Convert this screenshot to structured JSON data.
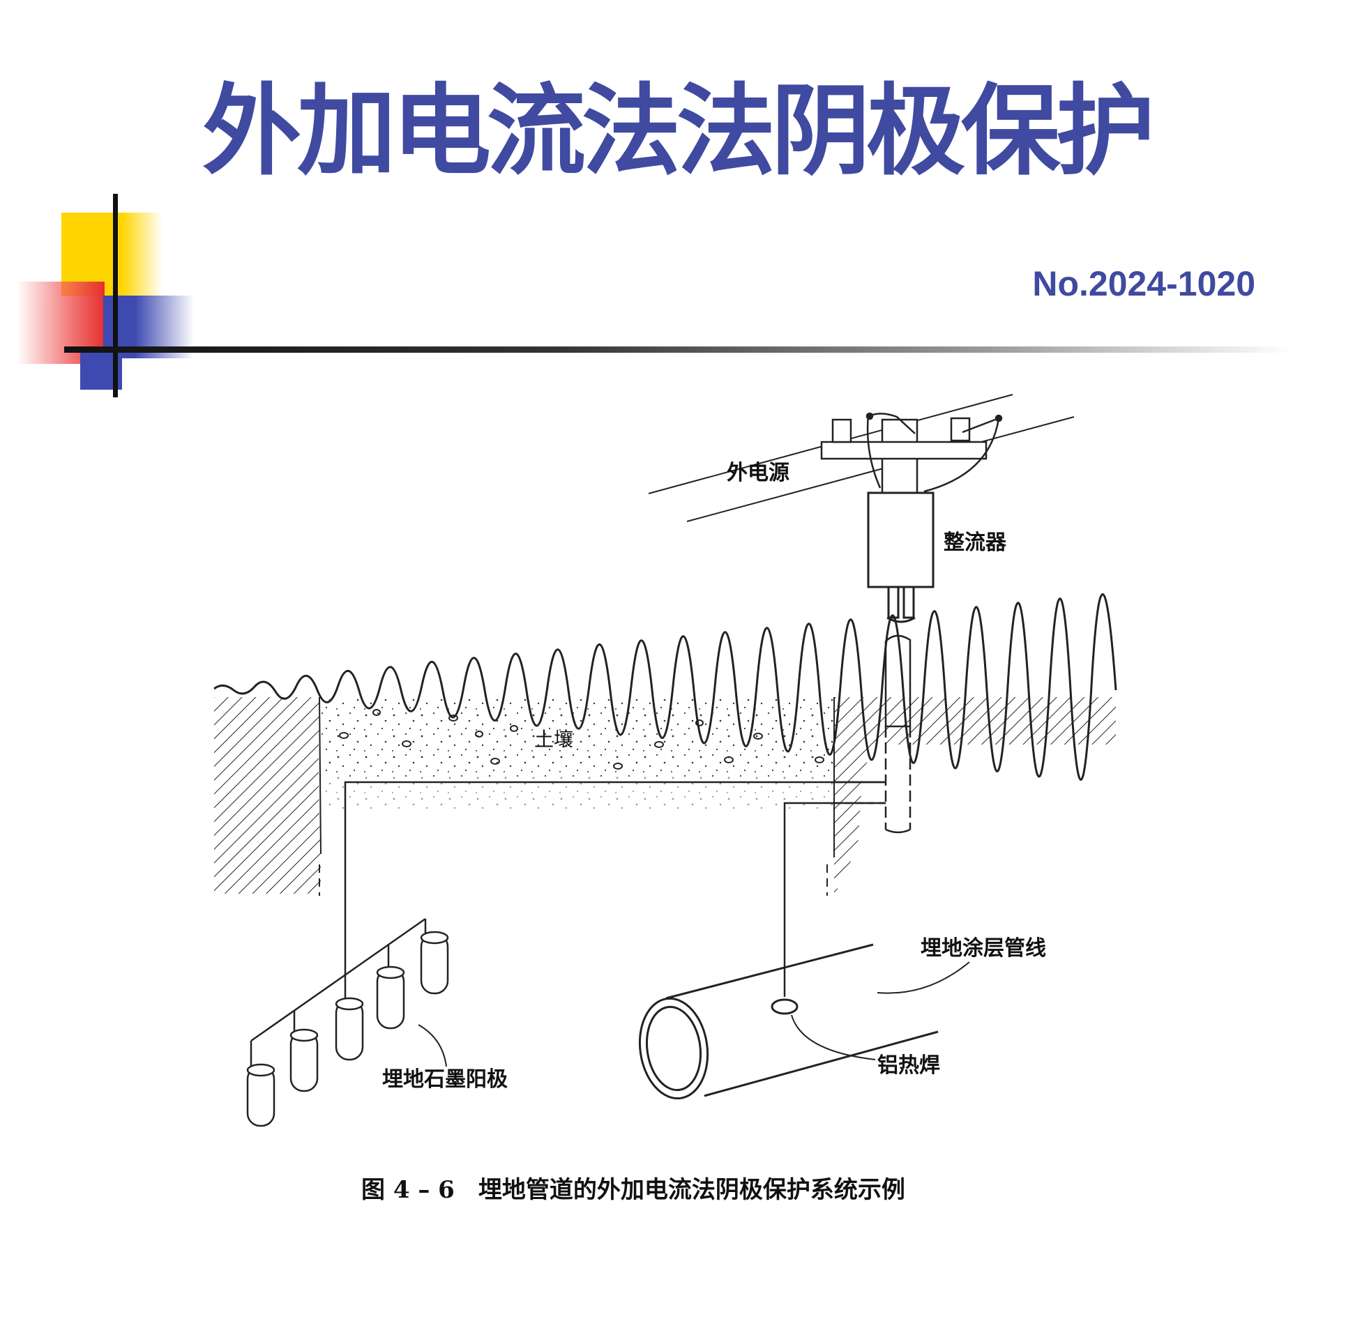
{
  "slide": {
    "title": "外加电流法法阴极保护",
    "doc_number": "No.2024-1020"
  },
  "diagram": {
    "labels": {
      "power_source": "外电源",
      "rectifier": "整流器",
      "soil": "土壤",
      "pipeline": "埋地涂层管线",
      "weld": "铝热焊",
      "anodes": "埋地石墨阳极"
    },
    "caption": "图 4 – 6　埋地管道的外加电流法阴极保护系统示例"
  }
}
